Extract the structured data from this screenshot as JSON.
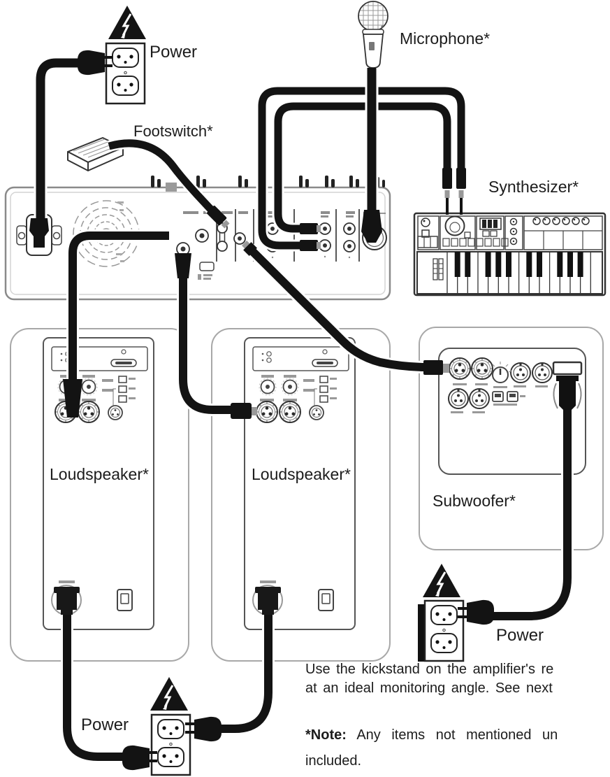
{
  "labels": {
    "power_top_left": "Power",
    "footswitch": "Footswitch*",
    "microphone": "Microphone*",
    "synthesizer": "Synthesizer*",
    "loudspeaker_left": "Loudspeaker*",
    "loudspeaker_right": "Loudspeaker*",
    "subwoofer": "Subwoofer*",
    "power_subwoofer": "Power",
    "power_loudspeakers": "Power"
  },
  "notes": {
    "kickstand_line1": "Use the kickstand on the amplifier's re",
    "kickstand_line2": "at an ideal monitoring angle. See next",
    "asterisk_note_prefix": "*Note:",
    "asterisk_note_body": "Any items not mentioned un",
    "asterisk_note_line2": "included."
  },
  "icons": {
    "high_voltage_warning": "black triangle with white lightning bolt",
    "power_outlet": "duplex wall outlet",
    "fan": "cooling fan grille"
  },
  "colors": {
    "line": "#1c1c1c",
    "cable": "#131313",
    "panel_gray": "#a8a8a8",
    "background": "#ffffff"
  }
}
